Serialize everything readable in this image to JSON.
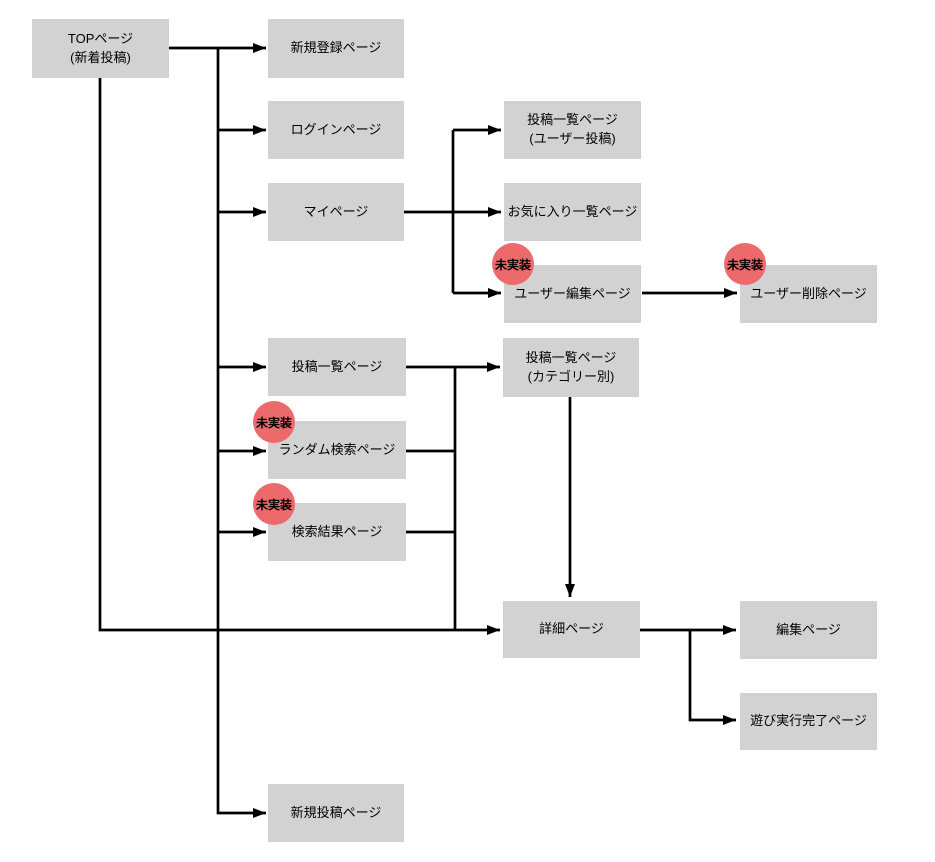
{
  "badge_label": "未実装",
  "colors": {
    "node_background": "#d2d2d2",
    "badge_background": "#ec6a6c",
    "line": "#000000",
    "text": "#000000"
  },
  "nodes": {
    "top": {
      "label": "TOPページ",
      "sublabel": "(新着投稿)"
    },
    "signup": {
      "label": "新規登録ページ"
    },
    "login": {
      "label": "ログインページ"
    },
    "mypage": {
      "label": "マイページ"
    },
    "user_posts": {
      "label": "投稿一覧ページ",
      "sublabel": "(ユーザー投稿)"
    },
    "favorites": {
      "label": "お気に入り一覧ページ"
    },
    "user_edit": {
      "label": "ユーザー編集ページ"
    },
    "user_delete": {
      "label": "ユーザー削除ページ"
    },
    "post_list": {
      "label": "投稿一覧ページ"
    },
    "category_list": {
      "label": "投稿一覧ページ",
      "sublabel": "(カテゴリー別)"
    },
    "random_search": {
      "label": "ランダム検索ページ"
    },
    "search_results": {
      "label": "検索結果ページ"
    },
    "detail": {
      "label": "詳細ページ"
    },
    "edit": {
      "label": "編集ページ"
    },
    "play_complete": {
      "label": "遊び実行完了ページ"
    },
    "new_post": {
      "label": "新規投稿ページ"
    }
  }
}
